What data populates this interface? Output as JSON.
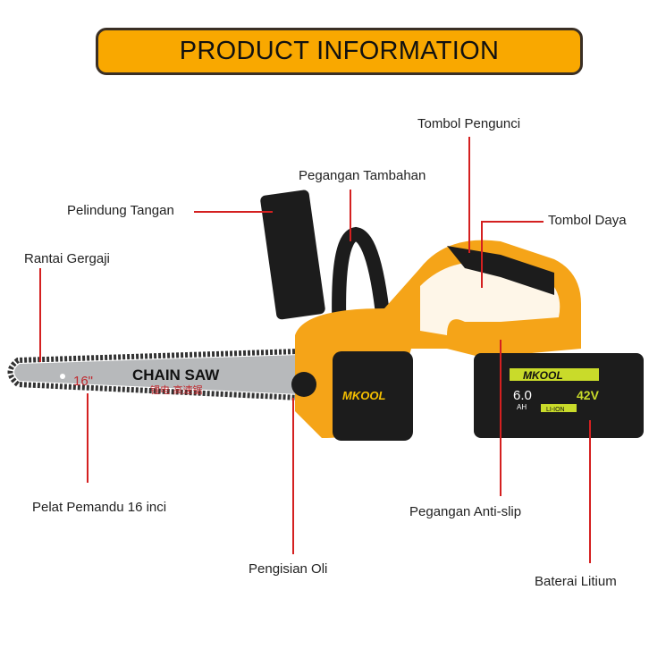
{
  "banner": {
    "title": "PRODUCT INFORMATION"
  },
  "labels": {
    "lock_button": "Tombol Pengunci",
    "extra_handle": "Pegangan Tambahan",
    "hand_guard": "Pelindung Tangan",
    "power_button": "Tombol Daya",
    "saw_chain": "Rantai Gergaji",
    "guide_bar": "Pelat Pemandu 16 inci",
    "anti_slip_handle": "Pegangan Anti-slip",
    "oil_filler": "Pengisian Oli",
    "lithium_battery": "Baterai Litium"
  },
  "product": {
    "bar_text": "CHAIN SAW",
    "bar_text_cn": "锂电 高速锯",
    "bar_size": "16\"",
    "brand": "MKOOL",
    "battery_capacity": "6.0",
    "battery_unit": "AH",
    "battery_voltage": "42V",
    "battery_type": "LI-ION"
  },
  "colors": {
    "accent": "#f9a800",
    "line": "#d42020",
    "body": "#f5a418"
  }
}
